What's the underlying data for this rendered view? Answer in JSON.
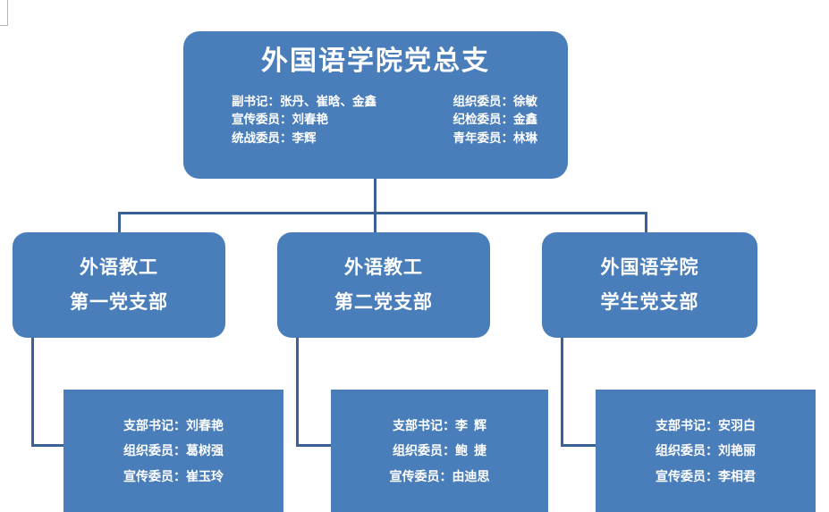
{
  "chart": {
    "type": "org-chart",
    "colors": {
      "node_fill": "#4a7ebb",
      "node_text": "#ffffff",
      "connector": "#3a6193",
      "background": "#ffffff",
      "crop_mark": "#b4b4b4"
    }
  },
  "root": {
    "title": "外国语学院党总支",
    "roles_left": [
      "副书记：张丹、崔晗、金鑫",
      "宣传委员：刘春艳",
      "统战委员：李辉"
    ],
    "roles_right": [
      "组织委员：徐敏",
      "纪检委员：金鑫",
      "青年委员：林琳"
    ]
  },
  "branches": [
    {
      "line1": "外语教工",
      "line2": "第一党支部",
      "members": [
        "支部书记：刘春艳",
        "组织委员：葛树强",
        "宣传委员：崔玉玲"
      ]
    },
    {
      "line1": "外语教工",
      "line2": "第二党支部",
      "members": [
        "支部书记：李  辉",
        "组织委员：鲍  捷",
        "宣传委员：由迪思"
      ]
    },
    {
      "line1": "外国语学院",
      "line2": "学生党支部",
      "members": [
        "支部书记：安羽白",
        "组织委员：刘艳丽",
        "宣传委员：李相君"
      ]
    }
  ]
}
